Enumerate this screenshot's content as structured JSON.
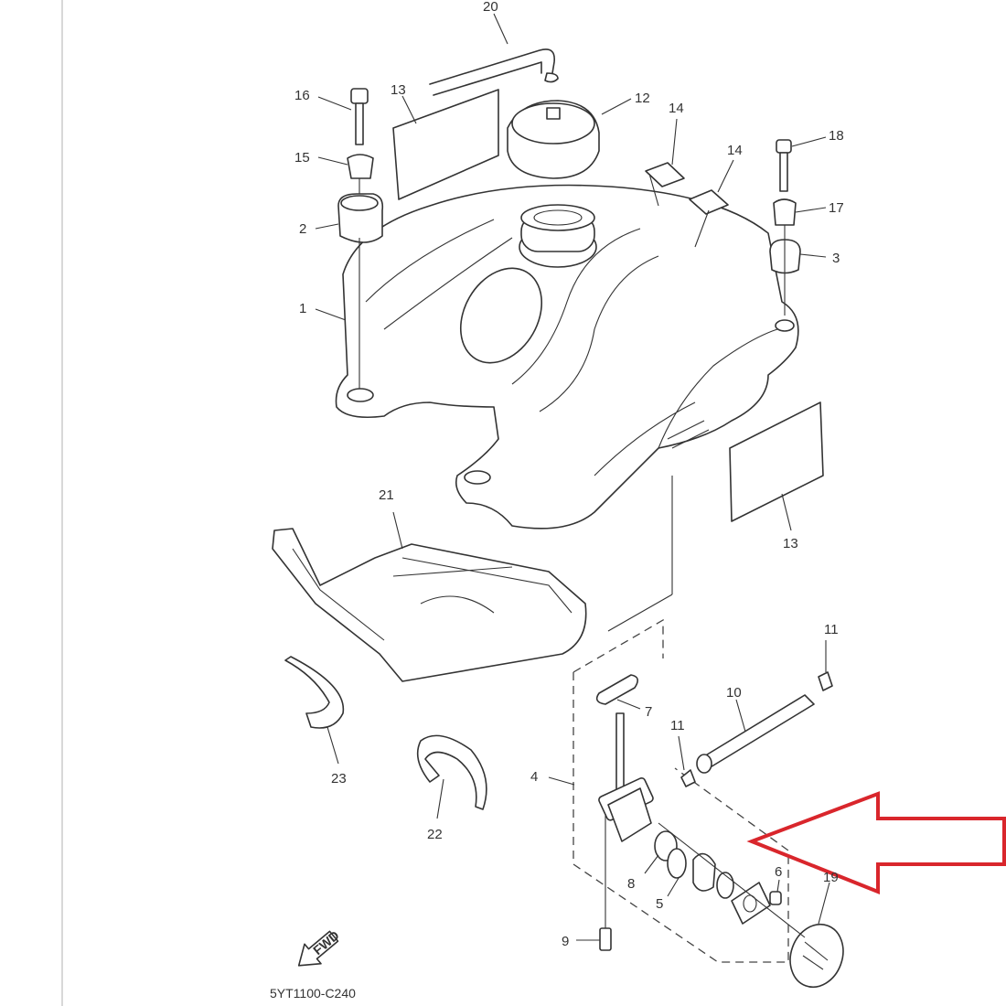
{
  "diagram": {
    "title_code": "5YT1100-C240",
    "fwd_badge": "FWD",
    "annotation_color": "#d9262c",
    "callouts": [
      "20",
      "16",
      "13",
      "12",
      "14",
      "14",
      "18",
      "15",
      "17",
      "2",
      "3",
      "1",
      "21",
      "13",
      "11",
      "10",
      "7",
      "11",
      "4",
      "23",
      "22",
      "8",
      "5",
      "6",
      "19",
      "9"
    ]
  }
}
